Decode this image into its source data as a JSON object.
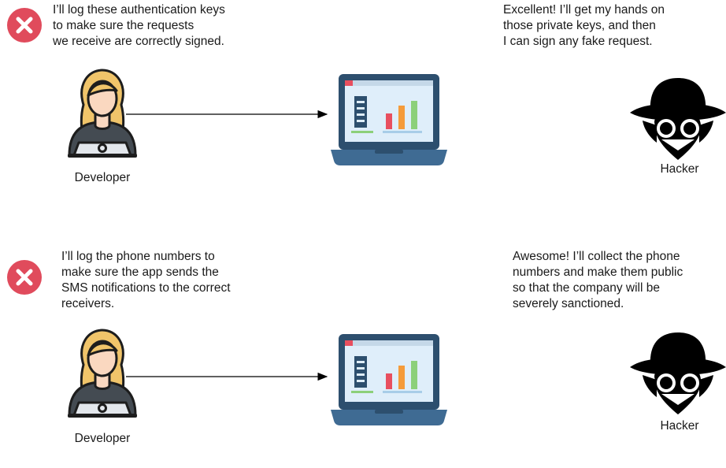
{
  "scenarios": [
    {
      "developer_speech": "I’ll log these authentication keys\nto make sure the requests\nwe receive are correctly signed.",
      "hacker_speech": "Excellent! I’ll get my hands on\nthose private keys, and then\nI can sign any fake request.",
      "developer_label": "Developer",
      "hacker_label": "Hacker"
    },
    {
      "developer_speech": "I’ll log the phone numbers to\nmake sure the app sends the\nSMS notifications to the correct\nreceivers.",
      "hacker_speech": "Awesome! I’ll collect the phone\nnumbers and make them public\nso that the company will be\nseverely sanctioned.",
      "developer_label": "Developer",
      "hacker_label": "Hacker"
    }
  ],
  "icons": {
    "badge": "x-circle-icon",
    "developer": "developer-icon",
    "server": "laptop-dashboard-icon",
    "hacker": "hacker-spy-icon"
  },
  "colors": {
    "badge_red": "#e04b5c",
    "skin": "#fad8c0",
    "hair": "#f0c46a",
    "laptop_frame": "#2d4f6e",
    "laptop_screen": "#dfeefa",
    "chart_red": "#e84f5f",
    "chart_orange": "#f59b3a",
    "chart_green": "#8cd07a"
  }
}
